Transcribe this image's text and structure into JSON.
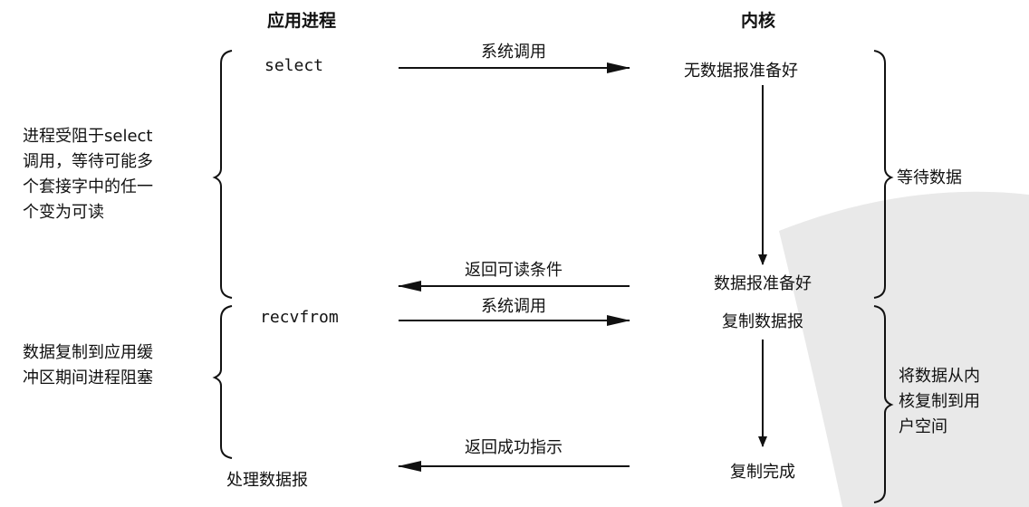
{
  "headers": {
    "app": "应用进程",
    "kernel": "内核"
  },
  "app_steps": {
    "select": "select",
    "recvfrom": "recvfrom",
    "process": "处理数据报"
  },
  "kernel_steps": {
    "no_datagram": "无数据报准备好",
    "datagram_ready": "数据报准备好",
    "copy_datagram": "复制数据报",
    "copy_done": "复制完成"
  },
  "arrows": {
    "syscall1": "系统调用",
    "return_readable": "返回可读条件",
    "syscall2": "系统调用",
    "return_ok": "返回成功指示"
  },
  "left_notes": {
    "blocked_select": [
      "进程受阻于select",
      "调用，等待可能多",
      "个套接字中的任一",
      "个变为可读"
    ],
    "blocked_copy": [
      "数据复制到应用缓",
      "冲区期间进程阻塞"
    ]
  },
  "right_notes": {
    "wait_data": "等待数据",
    "copy_to_user": [
      "将数据从内",
      "核复制到用",
      "户空间"
    ]
  }
}
